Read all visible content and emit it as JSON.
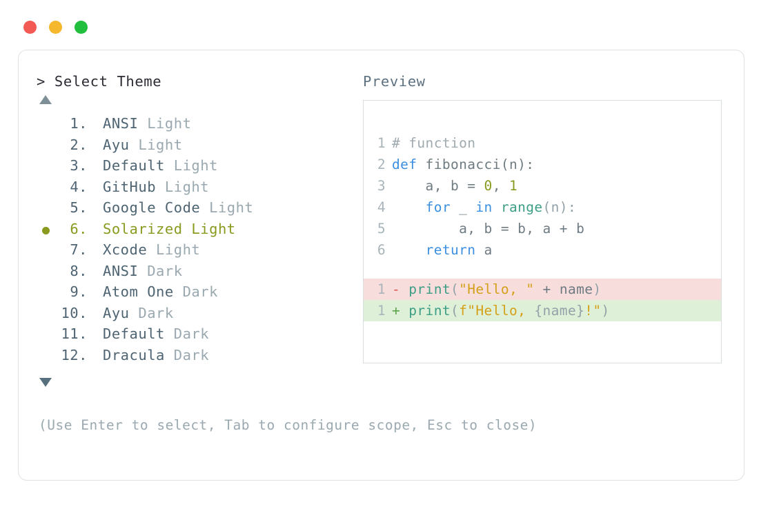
{
  "titlebar": {
    "buttons": [
      {
        "name": "close",
        "color": "#F25A53"
      },
      {
        "name": "minimize",
        "color": "#F5B72B"
      },
      {
        "name": "zoom",
        "color": "#22BF3E"
      }
    ]
  },
  "left_panel": {
    "prompt": "> Select Theme",
    "scroll_up_icon": "triangle-up",
    "scroll_down_icon": "triangle-down",
    "selected_index": 6,
    "selected_color": "#8A9A1E",
    "items": [
      {
        "index": "1.",
        "name": "ANSI",
        "suffix": "Light",
        "selected": false
      },
      {
        "index": "2.",
        "name": "Ayu",
        "suffix": "Light",
        "selected": false
      },
      {
        "index": "3.",
        "name": "Default",
        "suffix": "Light",
        "selected": false
      },
      {
        "index": "4.",
        "name": "GitHub",
        "suffix": "Light",
        "selected": false
      },
      {
        "index": "5.",
        "name": "Google Code",
        "suffix": "Light",
        "selected": false
      },
      {
        "index": "6.",
        "name": "Solarized",
        "suffix": "Light",
        "selected": true
      },
      {
        "index": "7.",
        "name": "Xcode",
        "suffix": "Light",
        "selected": false
      },
      {
        "index": "8.",
        "name": "ANSI",
        "suffix": "Dark",
        "selected": false
      },
      {
        "index": "9.",
        "name": "Atom One",
        "suffix": "Dark",
        "selected": false
      },
      {
        "index": "10.",
        "name": "Ayu",
        "suffix": "Dark",
        "selected": false
      },
      {
        "index": "11.",
        "name": "Default",
        "suffix": "Dark",
        "selected": false
      },
      {
        "index": "12.",
        "name": "Dracula",
        "suffix": "Dark",
        "selected": false
      }
    ]
  },
  "right_panel": {
    "header": "Preview",
    "code_lines": [
      {
        "no": "1",
        "tokens": [
          {
            "t": "# function",
            "c": "tok-comment"
          }
        ]
      },
      {
        "no": "2",
        "tokens": [
          {
            "t": "def",
            "c": "tok-kw"
          },
          {
            "t": " fibonacci(n):",
            "c": "tok-plain"
          }
        ]
      },
      {
        "no": "3",
        "tokens": [
          {
            "t": "    a, b = ",
            "c": "tok-plain"
          },
          {
            "t": "0",
            "c": "tok-num"
          },
          {
            "t": ", ",
            "c": "tok-plain"
          },
          {
            "t": "1",
            "c": "tok-num"
          }
        ]
      },
      {
        "no": "4",
        "tokens": [
          {
            "t": "    ",
            "c": "tok-plain"
          },
          {
            "t": "for",
            "c": "tok-kw"
          },
          {
            "t": " _ ",
            "c": "tok-plain"
          },
          {
            "t": "in",
            "c": "tok-kw"
          },
          {
            "t": " ",
            "c": "tok-plain"
          },
          {
            "t": "range",
            "c": "tok-fn"
          },
          {
            "t": "(n):",
            "c": "tok-punct"
          }
        ]
      },
      {
        "no": "5",
        "tokens": [
          {
            "t": "        a, b = b, a + b",
            "c": "tok-plain"
          }
        ]
      },
      {
        "no": "6",
        "tokens": [
          {
            "t": "    ",
            "c": "tok-plain"
          },
          {
            "t": "return",
            "c": "tok-kw"
          },
          {
            "t": " a",
            "c": "tok-plain"
          }
        ]
      }
    ],
    "diff_lines": [
      {
        "no": "1",
        "marker": "-",
        "marker_class": "tok-minus",
        "bg_class": "diff-del",
        "tokens": [
          {
            "t": "print",
            "c": "tok-fn"
          },
          {
            "t": "(",
            "c": "tok-punct"
          },
          {
            "t": "\"Hello, \"",
            "c": "tok-str"
          },
          {
            "t": " + ",
            "c": "tok-plain"
          },
          {
            "t": "name",
            "c": "tok-plain"
          },
          {
            "t": ")",
            "c": "tok-punct"
          }
        ]
      },
      {
        "no": "1",
        "marker": "+",
        "marker_class": "tok-plus",
        "bg_class": "diff-add",
        "tokens": [
          {
            "t": "print",
            "c": "tok-fn"
          },
          {
            "t": "(",
            "c": "tok-punct"
          },
          {
            "t": "f\"Hello, ",
            "c": "tok-str"
          },
          {
            "t": "{name}",
            "c": "tok-punct"
          },
          {
            "t": "!\"",
            "c": "tok-str"
          },
          {
            "t": ")",
            "c": "tok-punct"
          }
        ]
      }
    ]
  },
  "footer": {
    "hint": "(Use Enter to select, Tab to configure scope, Esc to close)"
  }
}
